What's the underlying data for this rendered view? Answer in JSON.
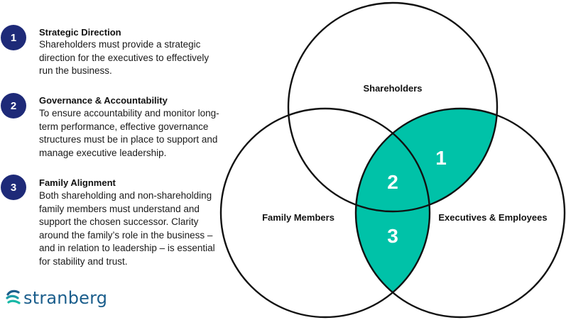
{
  "colors": {
    "badge": "#1e2a78",
    "highlight": "#00c2a8",
    "outline": "#111111",
    "logo": "#1b5e8c"
  },
  "items": [
    {
      "number": "1",
      "title": "Strategic Direction",
      "body": "Shareholders must provide a strategic direction for the executives to effectively run the business."
    },
    {
      "number": "2",
      "title": "Governance & Accountability",
      "body": "To ensure accountability and monitor long-term performance, effective governance structures must be in place to support and manage executive leadership."
    },
    {
      "number": "3",
      "title": "Family Alignment",
      "body": "Both shareholding and non-shareholding family members must understand and support the chosen successor. Clarity around the family’s role in the business – and in relation to leadership – is essential for stability and trust."
    }
  ],
  "venn": {
    "circles": {
      "top": "Shareholders",
      "left": "Family Members",
      "right": "Executives & Employees"
    },
    "regions": {
      "one": "1",
      "two": "2",
      "three": "3"
    }
  },
  "logo": {
    "text": "stranberg",
    "icon": "stranberg-logo-icon"
  }
}
